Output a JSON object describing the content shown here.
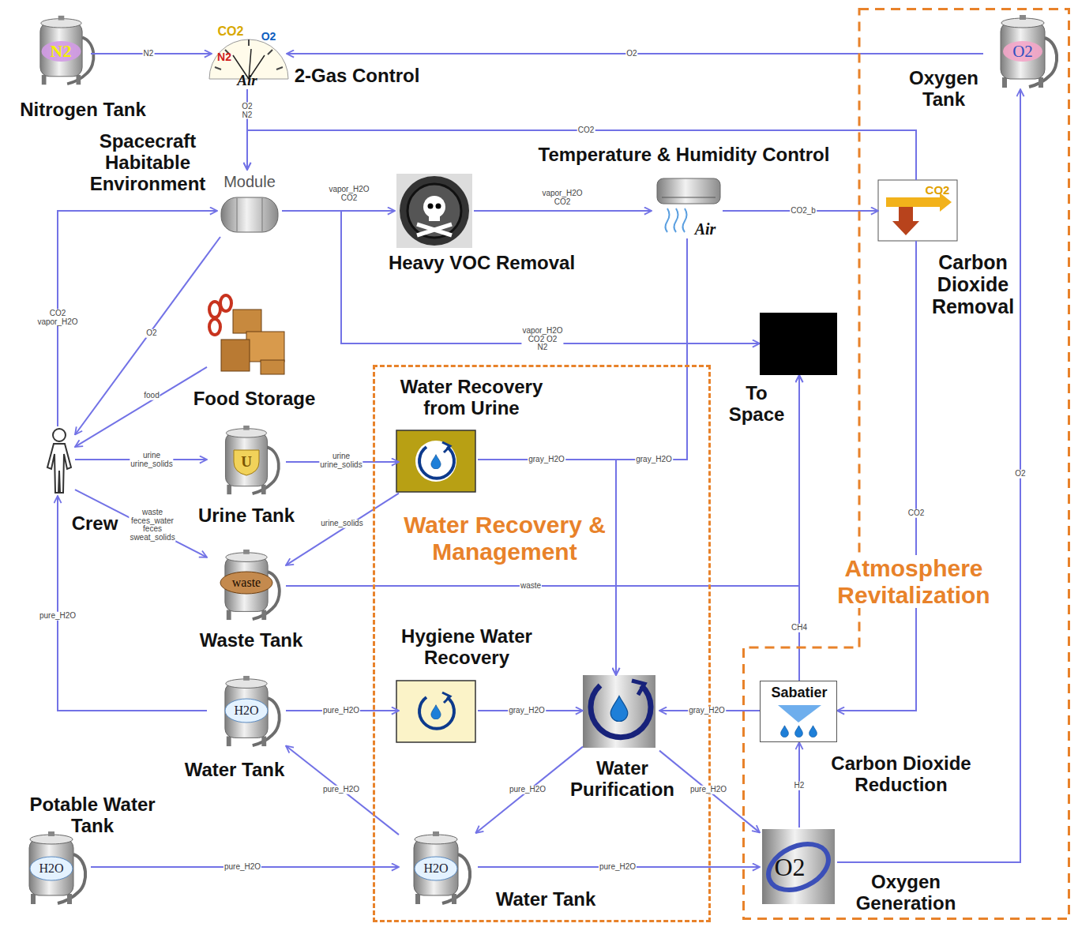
{
  "diagram": {
    "nodes": [
      {
        "text": [
          "Nitrogen Tank"
        ]
      },
      {
        "text": [
          "2-Gas Control"
        ]
      },
      {
        "text": [
          "Atmosphere Revitalization"
        ]
      },
      {
        "text": [
          "Oxygen Tank"
        ],
        "in": 2
      },
      {
        "text": [
          "Spacecraft Habitable Environment",
          "Module"
        ]
      },
      {
        "text": [
          "Heavy VOC Removal"
        ]
      },
      {
        "text": [
          "Temperature & Humidity Control"
        ]
      },
      {
        "text": [
          "Carbon Dioxide Removal"
        ],
        "in": 2
      },
      {
        "text": [
          "Food Storage"
        ]
      },
      {
        "text": [
          "Crew"
        ]
      },
      {
        "text": [
          "Water Recovery & Management"
        ]
      },
      {
        "text": [
          "Water Recovery from Urine"
        ],
        "in": 10
      },
      {
        "text": [
          "To Space"
        ]
      },
      {
        "text": [
          "Urine Tank"
        ]
      },
      {
        "text": [
          "Waste Tank"
        ]
      },
      {
        "text": [
          "Hygiene Water Recovery"
        ],
        "in": 10
      },
      {
        "text": [
          "Water Purification"
        ],
        "in": 10
      },
      {
        "text": [
          "Sabatier",
          "Carbon Dioxide Reduction"
        ],
        "in": 2
      },
      {
        "text": [
          "Water Tank"
        ]
      },
      {
        "text": [
          "Potable Water Tank"
        ]
      },
      {
        "text": [
          "Water Tank"
        ],
        "in": 10
      },
      {
        "text": [
          "Oxygen Generation"
        ],
        "in": 2
      }
    ],
    "edges": [
      {
        "from": 0,
        "to": 1,
        "arrow": "to",
        "label": "N2"
      },
      {
        "from": 3,
        "to": 1,
        "arrow": "to",
        "label": "O2"
      },
      {
        "from": 1,
        "to": 4,
        "arrow": "to",
        "label": "O2 N2"
      },
      {
        "from": 4,
        "to": 5,
        "arrow": "to",
        "label": "vapor_H2O CO2"
      },
      {
        "from": 5,
        "to": 6,
        "arrow": "to",
        "label": "vapor_H2O CO2"
      },
      {
        "from": 6,
        "to": 7,
        "arrow": "to",
        "label": "CO2_b"
      },
      {
        "from": 7,
        "to": 4,
        "arrow": "to",
        "label": "CO2"
      },
      {
        "from": 7,
        "to": 17,
        "arrow": "to",
        "label": "CO2"
      },
      {
        "from": 4,
        "to": 12,
        "arrow": "to",
        "label": "vapor_H2O CO2 O2 N2"
      },
      {
        "from": 4,
        "to": 9,
        "arrow": "to",
        "label": "O2"
      },
      {
        "from": 9,
        "to": 4,
        "arrow": "to",
        "label": "CO2 vapor_H2O"
      },
      {
        "from": 8,
        "to": 9,
        "arrow": "to",
        "label": "food"
      },
      {
        "from": 9,
        "to": 13,
        "arrow": "to",
        "label": "urine urine_solids"
      },
      {
        "from": 9,
        "to": 14,
        "arrow": "to",
        "label": "waste feces_water feces sweat_solids"
      },
      {
        "from": 13,
        "to": 11,
        "arrow": "to",
        "label": "urine urine_solids"
      },
      {
        "from": 11,
        "to": 14,
        "arrow": "to",
        "label": "urine_solids"
      },
      {
        "from": 11,
        "to": 16,
        "arrow": "to",
        "label": "gray_H2O"
      },
      {
        "from": 6,
        "to": 16,
        "arrow": "to",
        "label": "gray_H2O"
      },
      {
        "from": 14,
        "to": 12,
        "arrow": "to",
        "label": "waste"
      },
      {
        "from": 18,
        "to": 9,
        "arrow": "to",
        "label": "pure_H2O"
      },
      {
        "from": 18,
        "to": 15,
        "arrow": "to",
        "label": "pure_H2O"
      },
      {
        "from": 15,
        "to": 16,
        "arrow": "to",
        "label": "gray_H2O"
      },
      {
        "from": 17,
        "to": 16,
        "arrow": "to",
        "label": "gray_H2O"
      },
      {
        "from": 16,
        "to": 20,
        "arrow": "to",
        "label": "pure_H2O"
      },
      {
        "from": 16,
        "to": 21,
        "arrow": "to",
        "label": "pure_H2O"
      },
      {
        "from": 20,
        "to": 18,
        "arrow": "to",
        "label": "pure_H2O"
      },
      {
        "from": 19,
        "to": 20,
        "arrow": "to",
        "label": "pure_H2O"
      },
      {
        "from": 20,
        "to": 21,
        "arrow": "to",
        "label": "pure_H2O"
      },
      {
        "from": 21,
        "to": 17,
        "arrow": "to",
        "label": "H2"
      },
      {
        "from": 17,
        "to": 12,
        "arrow": "to",
        "label": "CH4"
      },
      {
        "from": 21,
        "to": 3,
        "arrow": "to",
        "label": "O2"
      }
    ],
    "labels": [
      "N2",
      "CO2",
      "O2",
      "N2",
      "Air",
      "O2",
      "Air",
      "CO2",
      "U",
      "waste",
      "H2O",
      "H2O",
      "H2O",
      "O2"
    ]
  }
}
